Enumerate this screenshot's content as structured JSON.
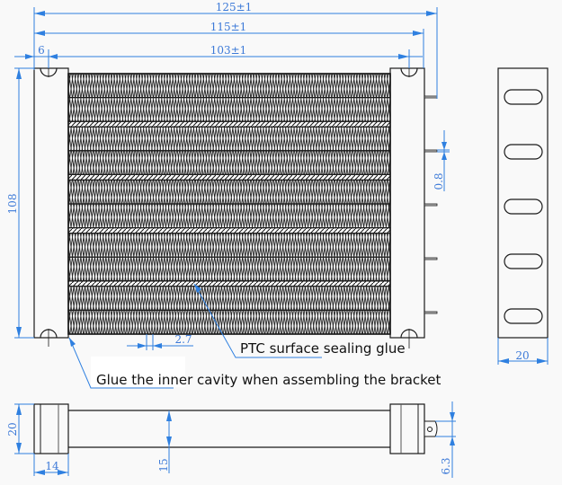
{
  "drawing": {
    "title": "PTC heater element dimension drawing",
    "colors": {
      "dimension": "#2f80e0",
      "dimension_text": "#3d7ad8",
      "outline": "#1a1a1a",
      "background": "#f9f9f9"
    },
    "dimensions": {
      "overall_length": "125±1",
      "frame_length": "115±1",
      "fin_length": "103±1",
      "bracket_offset": "6",
      "height": "108",
      "fin_pitch": "2.7",
      "terminal_thickness": "0.8",
      "side_bracket_width": "20",
      "end_cap_height": "20",
      "end_cap_width": "14",
      "body_thickness": "15",
      "terminal_width": "6.3"
    },
    "notes": {
      "ptc_glue": "PTC surface sealing glue",
      "bracket_glue": "Glue the inner cavity when assembling the bracket"
    },
    "structure": {
      "fin_groups": 5,
      "rows_per_group": 2,
      "ptc_strips": 4,
      "terminals": 5,
      "bracket_slots": 5
    }
  }
}
